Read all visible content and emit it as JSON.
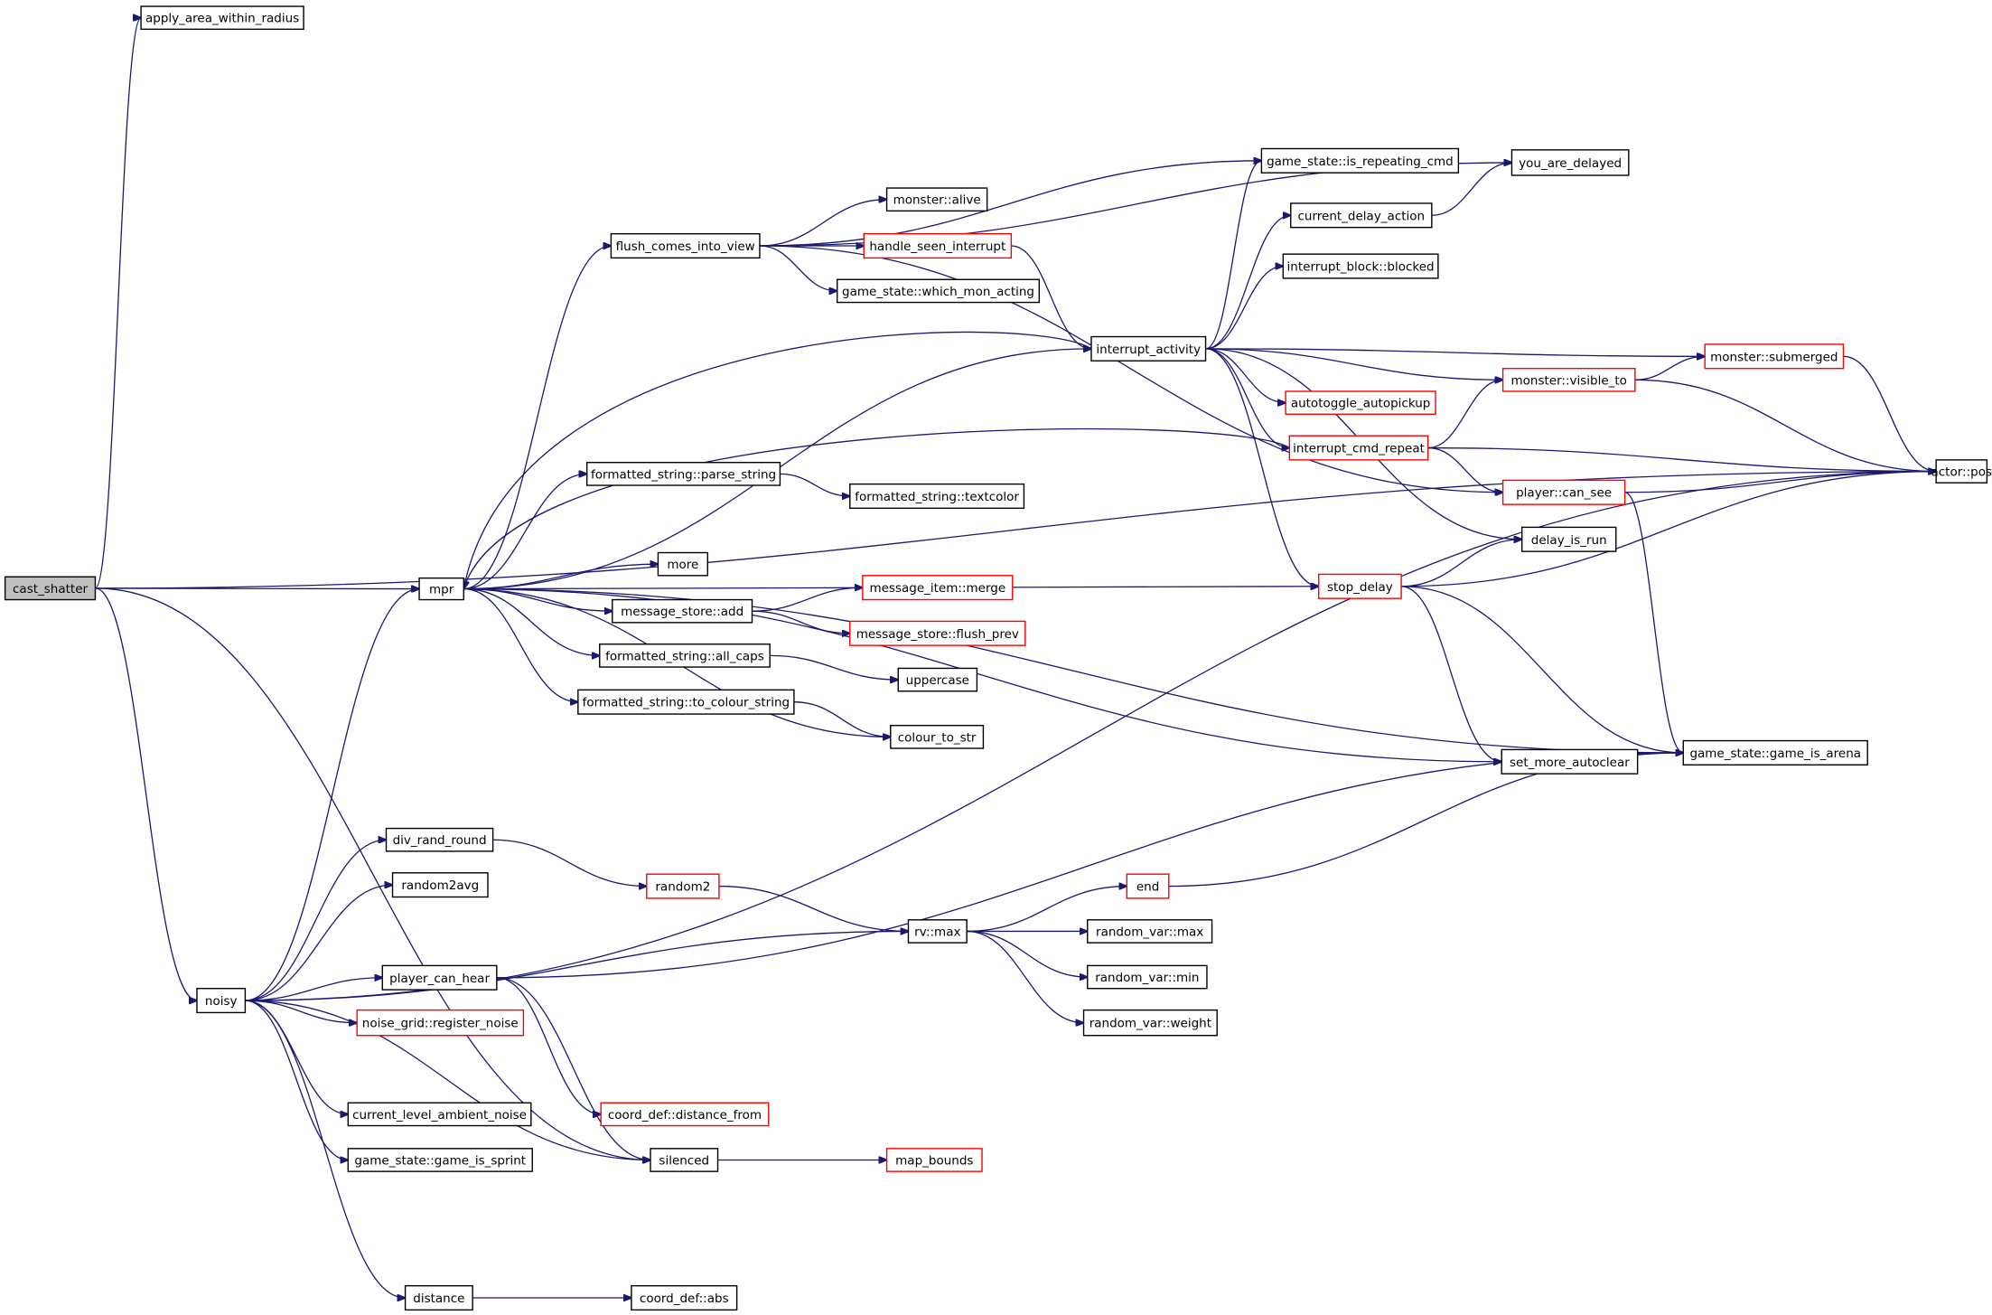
{
  "graph": {
    "root": "cast_shatter",
    "nodes": [
      {
        "id": "cast_shatter",
        "label": "cast_shatter",
        "kind": "root"
      },
      {
        "id": "apply_area",
        "label": "apply_area_within_radius",
        "kind": "normal"
      },
      {
        "id": "mpr",
        "label": "mpr",
        "kind": "normal"
      },
      {
        "id": "noisy",
        "label": "noisy",
        "kind": "normal"
      },
      {
        "id": "actor_pos",
        "label": "actor::pos",
        "kind": "normal"
      },
      {
        "id": "silenced",
        "label": "silenced",
        "kind": "normal"
      },
      {
        "id": "flush_comes",
        "label": "flush_comes_into_view",
        "kind": "normal"
      },
      {
        "id": "monster_alive",
        "label": "monster::alive",
        "kind": "normal"
      },
      {
        "id": "handle_seen",
        "label": "handle_seen_interrupt",
        "kind": "truncated"
      },
      {
        "id": "which_mon",
        "label": "game_state::which_mon_acting",
        "kind": "normal"
      },
      {
        "id": "is_repeating",
        "label": "game_state::is_repeating_cmd",
        "kind": "normal"
      },
      {
        "id": "you_are_delayed",
        "label": "you_are_delayed",
        "kind": "normal"
      },
      {
        "id": "current_delay",
        "label": "current_delay_action",
        "kind": "normal"
      },
      {
        "id": "interrupt_block",
        "label": "interrupt_block::blocked",
        "kind": "normal"
      },
      {
        "id": "interrupt_activity",
        "label": "interrupt_activity",
        "kind": "normal"
      },
      {
        "id": "monster_submerged",
        "label": "monster::submerged",
        "kind": "truncated"
      },
      {
        "id": "monster_visible",
        "label": "monster::visible_to",
        "kind": "truncated"
      },
      {
        "id": "autotoggle",
        "label": "autotoggle_autopickup",
        "kind": "truncated"
      },
      {
        "id": "interrupt_cmd",
        "label": "interrupt_cmd_repeat",
        "kind": "truncated"
      },
      {
        "id": "player_can_see",
        "label": "player::can_see",
        "kind": "truncated"
      },
      {
        "id": "delay_is_run",
        "label": "delay_is_run",
        "kind": "normal"
      },
      {
        "id": "stop_delay",
        "label": "stop_delay",
        "kind": "truncated"
      },
      {
        "id": "parse_string",
        "label": "formatted_string::parse_string",
        "kind": "normal"
      },
      {
        "id": "textcolor",
        "label": "formatted_string::textcolor",
        "kind": "normal"
      },
      {
        "id": "more",
        "label": "more",
        "kind": "normal"
      },
      {
        "id": "msg_add",
        "label": "message_store::add",
        "kind": "normal"
      },
      {
        "id": "msg_merge",
        "label": "message_item::merge",
        "kind": "truncated"
      },
      {
        "id": "flush_prev",
        "label": "message_store::flush_prev",
        "kind": "truncated"
      },
      {
        "id": "all_caps",
        "label": "formatted_string::all_caps",
        "kind": "normal"
      },
      {
        "id": "uppercase",
        "label": "uppercase",
        "kind": "normal"
      },
      {
        "id": "to_colour_string",
        "label": "formatted_string::to_colour_string",
        "kind": "normal"
      },
      {
        "id": "colour_to_str",
        "label": "colour_to_str",
        "kind": "normal"
      },
      {
        "id": "set_more",
        "label": "set_more_autoclear",
        "kind": "normal"
      },
      {
        "id": "game_is_arena",
        "label": "game_state::game_is_arena",
        "kind": "normal"
      },
      {
        "id": "div_rand",
        "label": "div_rand_round",
        "kind": "normal"
      },
      {
        "id": "random2",
        "label": "random2",
        "kind": "truncated"
      },
      {
        "id": "random2avg",
        "label": "random2avg",
        "kind": "normal"
      },
      {
        "id": "rv_max",
        "label": "rv::max",
        "kind": "normal"
      },
      {
        "id": "end",
        "label": "end",
        "kind": "truncated"
      },
      {
        "id": "rv_var_max",
        "label": "random_var::max",
        "kind": "normal"
      },
      {
        "id": "rv_var_min",
        "label": "random_var::min",
        "kind": "normal"
      },
      {
        "id": "rv_var_weight",
        "label": "random_var::weight",
        "kind": "normal"
      },
      {
        "id": "player_can_hear",
        "label": "player_can_hear",
        "kind": "normal"
      },
      {
        "id": "register_noise",
        "label": "noise_grid::register_noise",
        "kind": "truncated"
      },
      {
        "id": "distance_from",
        "label": "coord_def::distance_from",
        "kind": "truncated"
      },
      {
        "id": "ambient_noise",
        "label": "current_level_ambient_noise",
        "kind": "normal"
      },
      {
        "id": "game_is_sprint",
        "label": "game_state::game_is_sprint",
        "kind": "normal"
      },
      {
        "id": "map_bounds",
        "label": "map_bounds",
        "kind": "truncated"
      },
      {
        "id": "distance",
        "label": "distance",
        "kind": "normal"
      },
      {
        "id": "coord_abs",
        "label": "coord_def::abs",
        "kind": "normal"
      }
    ],
    "edges": [
      [
        "cast_shatter",
        "apply_area"
      ],
      [
        "cast_shatter",
        "actor_pos"
      ],
      [
        "cast_shatter",
        "mpr"
      ],
      [
        "cast_shatter",
        "noisy"
      ],
      [
        "cast_shatter",
        "silenced"
      ],
      [
        "mpr",
        "flush_comes"
      ],
      [
        "mpr",
        "interrupt_activity"
      ],
      [
        "mpr",
        "parse_string"
      ],
      [
        "mpr",
        "more"
      ],
      [
        "mpr",
        "msg_add"
      ],
      [
        "mpr",
        "all_caps"
      ],
      [
        "mpr",
        "to_colour_string"
      ],
      [
        "mpr",
        "colour_to_str"
      ],
      [
        "mpr",
        "stop_delay"
      ],
      [
        "mpr",
        "set_more"
      ],
      [
        "mpr",
        "game_is_arena"
      ],
      [
        "flush_comes",
        "you_are_delayed"
      ],
      [
        "flush_comes",
        "is_repeating"
      ],
      [
        "flush_comes",
        "monster_alive"
      ],
      [
        "flush_comes",
        "handle_seen"
      ],
      [
        "flush_comes",
        "which_mon"
      ],
      [
        "flush_comes",
        "player_can_see"
      ],
      [
        "handle_seen",
        "interrupt_activity"
      ],
      [
        "interrupt_activity",
        "mpr"
      ],
      [
        "interrupt_activity",
        "is_repeating"
      ],
      [
        "interrupt_activity",
        "current_delay"
      ],
      [
        "interrupt_activity",
        "interrupt_block"
      ],
      [
        "interrupt_activity",
        "monster_submerged"
      ],
      [
        "interrupt_activity",
        "monster_visible"
      ],
      [
        "interrupt_activity",
        "autotoggle"
      ],
      [
        "interrupt_activity",
        "interrupt_cmd"
      ],
      [
        "interrupt_activity",
        "delay_is_run"
      ],
      [
        "interrupt_activity",
        "stop_delay"
      ],
      [
        "current_delay",
        "you_are_delayed"
      ],
      [
        "interrupt_cmd",
        "mpr"
      ],
      [
        "interrupt_cmd",
        "monster_visible"
      ],
      [
        "interrupt_cmd",
        "actor_pos"
      ],
      [
        "interrupt_cmd",
        "player_can_see"
      ],
      [
        "monster_visible",
        "monster_submerged"
      ],
      [
        "monster_visible",
        "actor_pos"
      ],
      [
        "monster_submerged",
        "actor_pos"
      ],
      [
        "player_can_see",
        "actor_pos"
      ],
      [
        "player_can_see",
        "game_is_arena"
      ],
      [
        "stop_delay",
        "delay_is_run"
      ],
      [
        "stop_delay",
        "actor_pos"
      ],
      [
        "stop_delay",
        "set_more"
      ],
      [
        "stop_delay",
        "game_is_arena"
      ],
      [
        "parse_string",
        "textcolor"
      ],
      [
        "msg_add",
        "msg_merge"
      ],
      [
        "msg_add",
        "flush_prev"
      ],
      [
        "all_caps",
        "uppercase"
      ],
      [
        "to_colour_string",
        "colour_to_str"
      ],
      [
        "noisy",
        "mpr"
      ],
      [
        "noisy",
        "div_rand"
      ],
      [
        "noisy",
        "random2avg"
      ],
      [
        "noisy",
        "rv_max"
      ],
      [
        "noisy",
        "player_can_hear"
      ],
      [
        "noisy",
        "register_noise"
      ],
      [
        "noisy",
        "ambient_noise"
      ],
      [
        "noisy",
        "game_is_sprint"
      ],
      [
        "noisy",
        "silenced"
      ],
      [
        "noisy",
        "distance"
      ],
      [
        "noisy",
        "actor_pos"
      ],
      [
        "div_rand",
        "random2"
      ],
      [
        "random2",
        "rv_max"
      ],
      [
        "rv_max",
        "end"
      ],
      [
        "rv_max",
        "rv_var_max"
      ],
      [
        "rv_max",
        "rv_var_min"
      ],
      [
        "rv_max",
        "rv_var_weight"
      ],
      [
        "end",
        "game_is_arena"
      ],
      [
        "player_can_hear",
        "distance_from"
      ],
      [
        "player_can_hear",
        "silenced"
      ],
      [
        "player_can_hear",
        "game_is_arena"
      ],
      [
        "silenced",
        "map_bounds"
      ],
      [
        "distance",
        "coord_abs"
      ]
    ]
  }
}
